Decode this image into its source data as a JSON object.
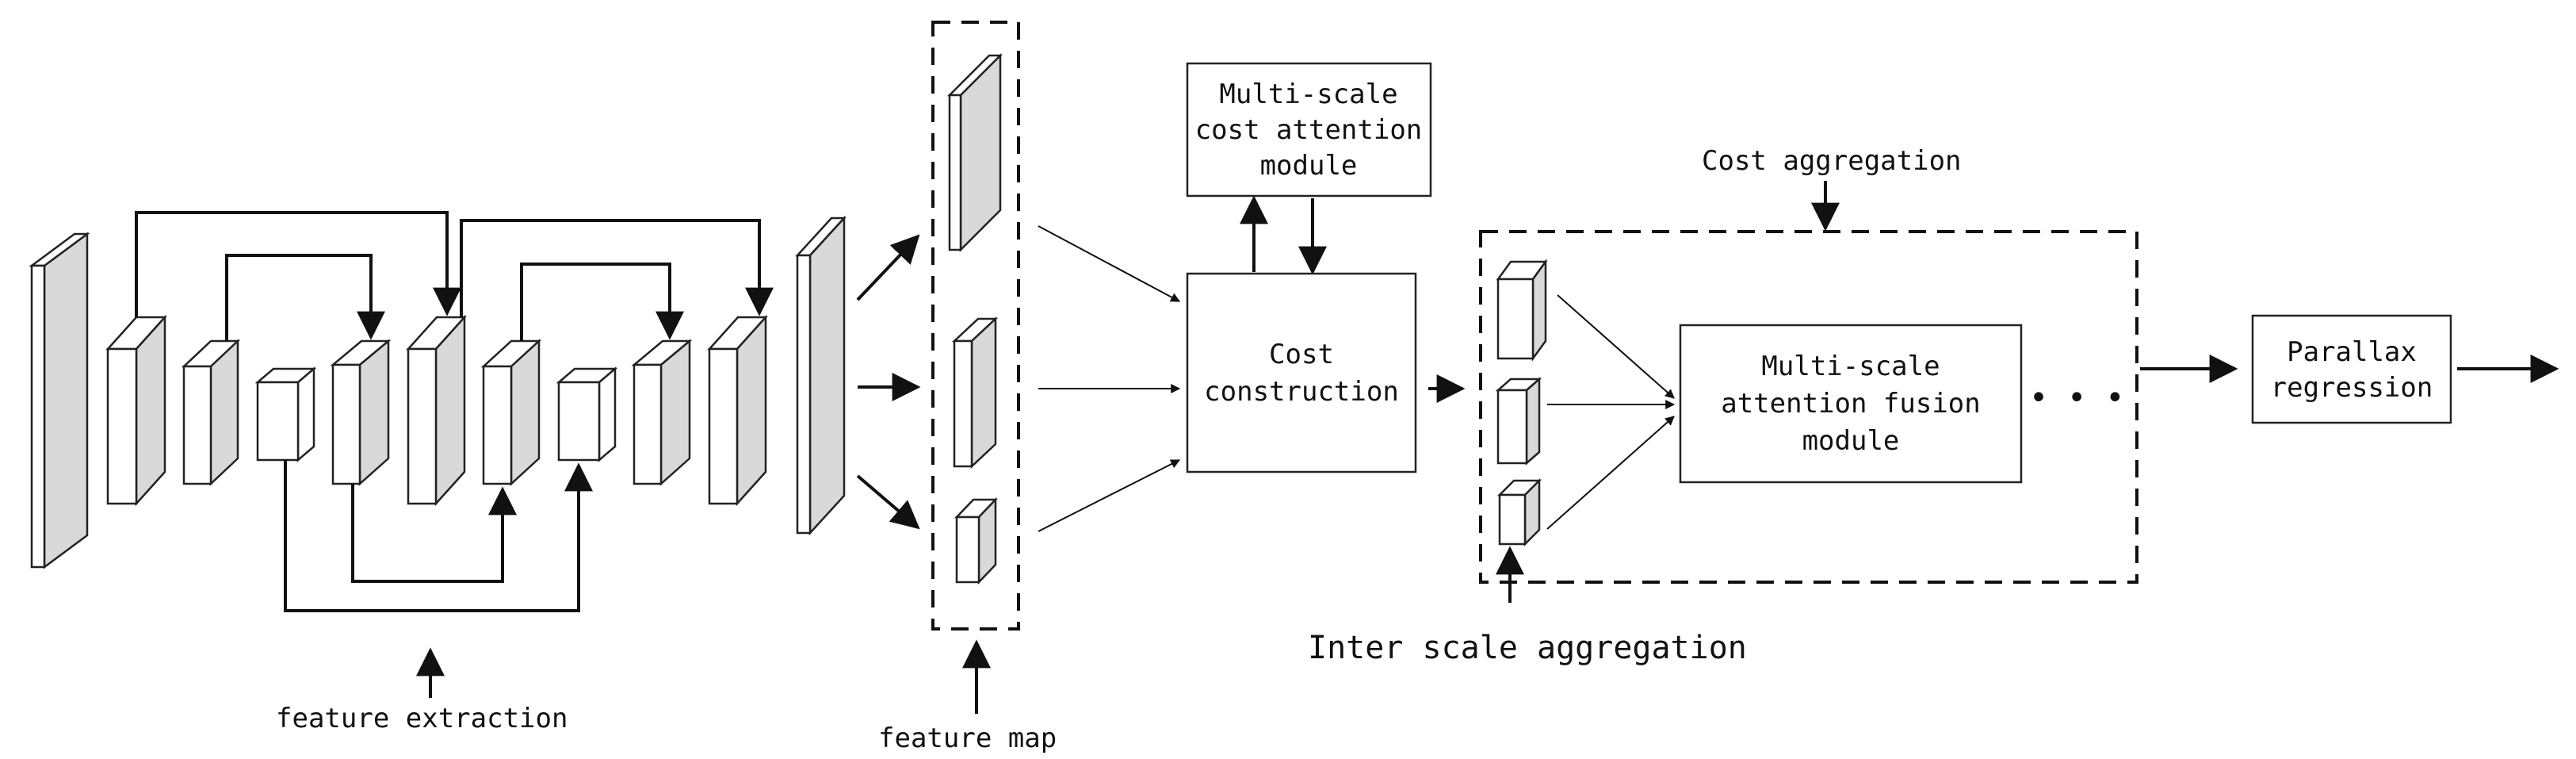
{
  "labels": {
    "feature_extraction": "feature extraction",
    "feature_map": "feature map",
    "cost_attention": [
      "Multi-scale",
      "cost attention",
      "module"
    ],
    "cost_construction": [
      "Cost",
      "construction"
    ],
    "cost_aggregation": "Cost aggregation",
    "fusion_module": [
      "Multi-scale",
      "attention fusion",
      "module"
    ],
    "inter_scale": "Inter scale aggregation",
    "parallax": [
      "Parallax",
      "regression"
    ],
    "ellipsis": "• • •"
  },
  "colors": {
    "side_gray": "#d9d9d9",
    "stroke": "#222222"
  }
}
